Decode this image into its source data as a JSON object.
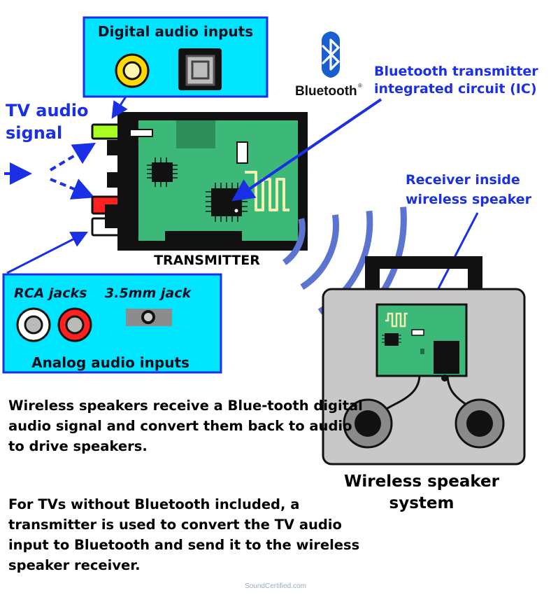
{
  "digital_box": {
    "title": "Digital audio inputs"
  },
  "analog_box": {
    "rca_label": "RCA jacks",
    "mini_label": "3.5mm jack",
    "title": "Analog audio inputs"
  },
  "tv_signal": {
    "line1": "TV audio",
    "line2": "signal"
  },
  "bluetooth_logo": {
    "word": "Bluetooth",
    "trademark": "®",
    "icon": "bluetooth-rune-icon"
  },
  "ic_label": {
    "line1": "Bluetooth transmitter",
    "line2": "integrated circuit (IC)"
  },
  "receiver_label": {
    "line1": "Receiver inside",
    "line2": "wireless speaker"
  },
  "transmitter_label": "TRANSMITTER",
  "speaker_label": {
    "line1": "Wireless speaker",
    "line2": "system"
  },
  "paragraphs": {
    "p1": "Wireless speakers receive a Blue-tooth digital audio signal and convert them back to audio to drive speakers.",
    "p2": "For TVs without Bluetooth included, a transmitter is used to convert the TV audio input to Bluetooth and send it to the wireless speaker receiver."
  },
  "credit": "SoundCertified.com",
  "colors": {
    "cyan_box": "#00e5ff",
    "arrow_blue": "#1a2fe6",
    "pcb_green": "#3cb878",
    "speaker_gray": "#c8c8c8",
    "signal_waves": "#5b74cf",
    "rca_red": "#ff2020",
    "rca_yellow": "#ffd800",
    "jack_green": "#a8ff22"
  }
}
